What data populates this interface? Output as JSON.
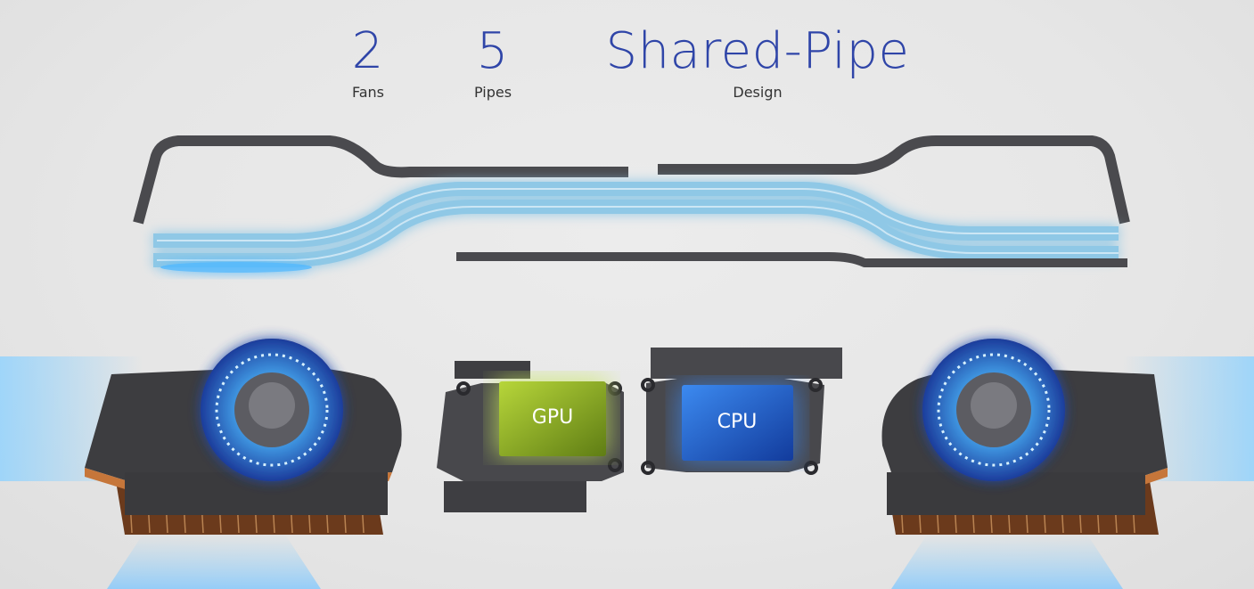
{
  "stats": [
    {
      "value": "2",
      "label": "Fans"
    },
    {
      "value": "5",
      "label": "Pipes"
    },
    {
      "value": "Shared-Pipe",
      "label": "Design"
    }
  ],
  "chips": {
    "gpu_label": "GPU",
    "cpu_label": "CPU"
  },
  "colors": {
    "accent_text": "#2f45a8",
    "glow_blue": "#5fc4ff",
    "pipe_gray": "#4a4a4e",
    "gpu_green": "#a6c72c",
    "cpu_blue": "#1c5fd1"
  }
}
